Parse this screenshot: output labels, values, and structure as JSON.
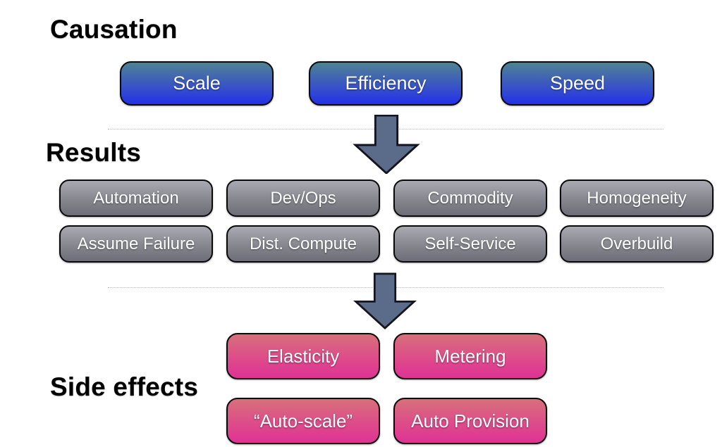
{
  "diagram": {
    "causation": {
      "title": "Causation",
      "boxes": [
        "Scale",
        "Efficiency",
        "Speed"
      ]
    },
    "results": {
      "title": "Results",
      "row1": [
        "Automation",
        "Dev/Ops",
        "Commodity",
        "Homogeneity"
      ],
      "row2": [
        "Assume Failure",
        "Dist. Compute",
        "Self-Service",
        "Overbuild"
      ]
    },
    "side_effects": {
      "title": "Side effects",
      "row1": [
        "Elasticity",
        "Metering"
      ],
      "row2": [
        "“Auto-scale”",
        "Auto Provision"
      ]
    }
  },
  "colors": {
    "blue_gradient_top": "#4e8392",
    "blue_gradient_bottom": "#2330e9",
    "gray_gradient_top": "#a9aab2",
    "gray_gradient_bottom": "#6d6d77",
    "pink_gradient_top": "#d7707b",
    "pink_gradient_bottom": "#df3295",
    "arrow_fill": "#5b6b8a",
    "arrow_outline": "#15151f",
    "divider": "#b8b8b8",
    "heading_text": "#000000",
    "box_text": "#ffffff"
  }
}
